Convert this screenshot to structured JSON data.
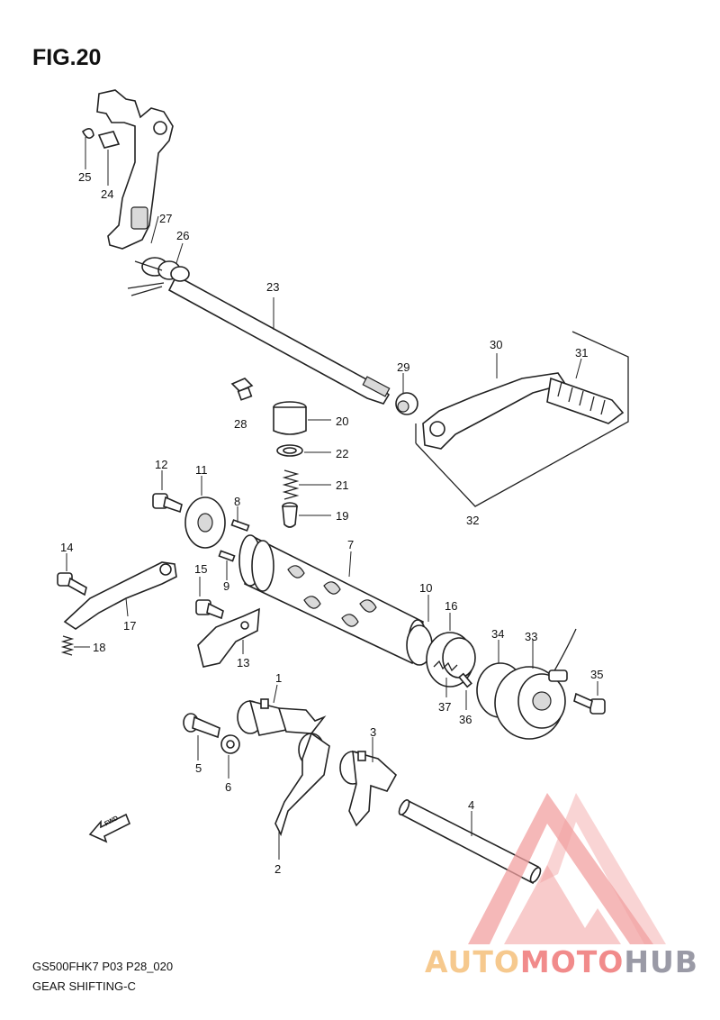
{
  "figure": {
    "title": "FIG.20",
    "model_code": "GS500FHK7 P03 P28_020",
    "section_name": "GEAR SHIFTING-C"
  },
  "fwd_label": "FWD",
  "watermark": {
    "part1": "AUTO",
    "part2": "MOTO",
    "part3": "HUB",
    "colors": {
      "part1": "#f6c98e",
      "part2": "#f18b8b",
      "part3": "#9a9aa6"
    }
  },
  "callouts": [
    "25",
    "24",
    "27",
    "26",
    "23",
    "30",
    "31",
    "29",
    "28",
    "20",
    "22",
    "12",
    "11",
    "21",
    "8",
    "19",
    "32",
    "7",
    "14",
    "15",
    "9",
    "10",
    "16",
    "17",
    "34",
    "33",
    "18",
    "13",
    "35",
    "37",
    "1",
    "36",
    "3",
    "5",
    "6",
    "4",
    "2"
  ]
}
